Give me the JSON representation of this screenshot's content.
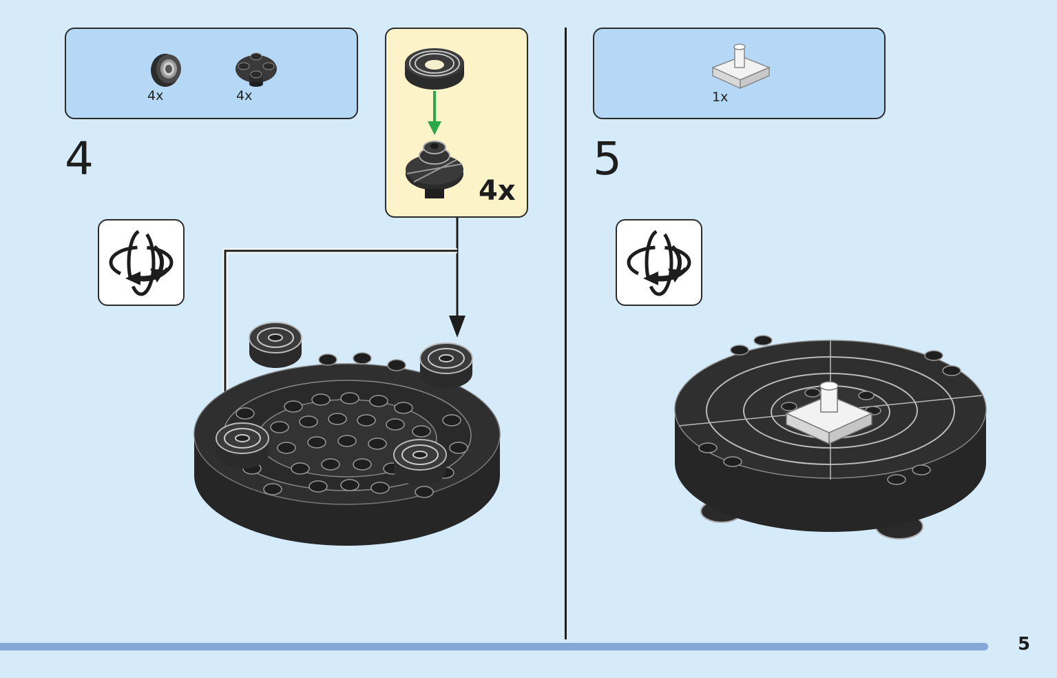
{
  "steps": [
    {
      "number": "4",
      "parts": [
        {
          "name": "round-tile-ring",
          "qty": "4x"
        },
        {
          "name": "round-plate-with-studs",
          "qty": "4x"
        }
      ],
      "callout": {
        "qty": "4x"
      }
    },
    {
      "number": "5",
      "parts": [
        {
          "name": "tile-with-pin",
          "qty": "1x"
        }
      ]
    }
  ],
  "page": {
    "number": "5",
    "progress": 0.935
  },
  "colors": {
    "background": "#d6ebfa",
    "parts_box": "#b5d8f6",
    "callout": "#fdf3c9",
    "assembly_arrow": "#2ca84a",
    "progress_bar": "#85a8d8"
  }
}
